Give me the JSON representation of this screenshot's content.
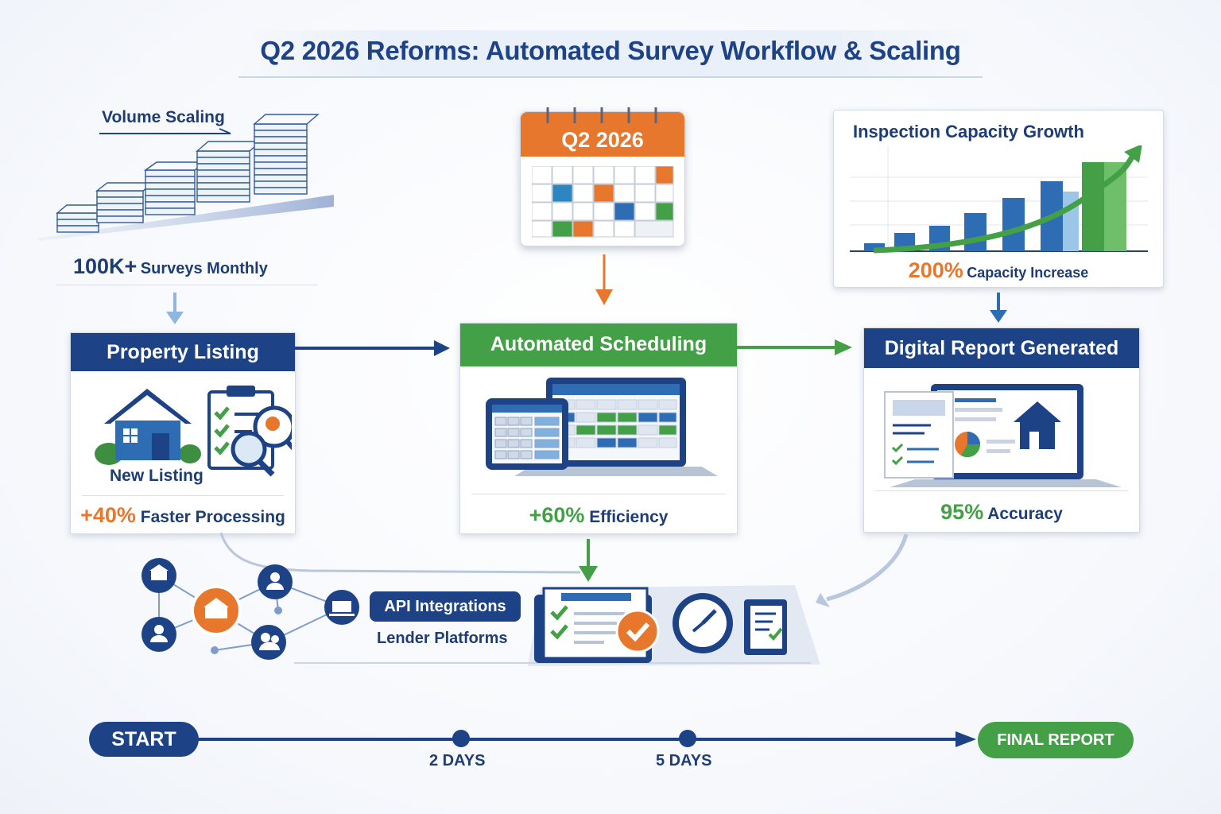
{
  "title": "Q2 2026 Reforms: Automated Survey Workflow & Scaling",
  "volume": {
    "label": "Volume Scaling",
    "metric_value": "100K+",
    "metric_text": "Surveys Monthly"
  },
  "calendar": {
    "label": "Q2 2026"
  },
  "capacity": {
    "title": "Inspection Capacity Growth",
    "metric_value": "200%",
    "metric_text": "Capacity Increase"
  },
  "stages": {
    "listing": {
      "title": "Property Listing",
      "caption": "New Listing",
      "metric_value": "+40%",
      "metric_text": "Faster Processing"
    },
    "scheduling": {
      "title": "Automated Scheduling",
      "metric_value": "+60%",
      "metric_text": "Efficiency"
    },
    "report": {
      "title": "Digital Report Generated",
      "metric_value": "95%",
      "metric_text": "Accuracy"
    }
  },
  "integration": {
    "api_label": "API Integrations",
    "lender_label": "Lender Platforms"
  },
  "timeline": {
    "start": "START",
    "mid1": "2 DAYS",
    "mid2": "5 DAYS",
    "end": "FINAL REPORT"
  },
  "colors": {
    "navy": "#1d4386",
    "green": "#43a047",
    "orange": "#e8772e",
    "blue": "#2e6db4"
  }
}
